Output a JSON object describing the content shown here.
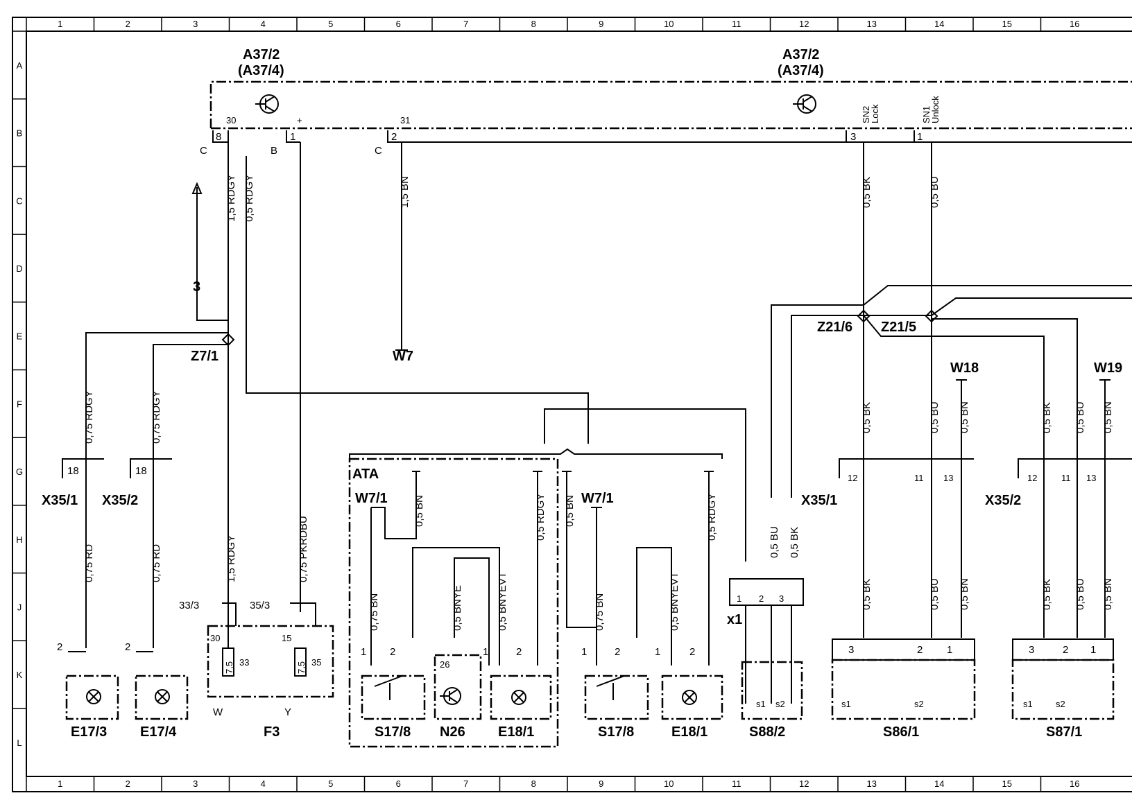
{
  "grid": {
    "columns": [
      "1",
      "2",
      "3",
      "4",
      "5",
      "6",
      "7",
      "8",
      "9",
      "10",
      "11",
      "12",
      "13",
      "14",
      "15",
      "16"
    ],
    "rows": [
      "A",
      "B",
      "C",
      "D",
      "E",
      "F",
      "G",
      "H",
      "J",
      "K",
      "L"
    ]
  },
  "components": {
    "a37_left": "A37/2",
    "a37_left_alt": "(A37/4)",
    "a37_right": "A37/2",
    "a37_right_alt": "(A37/4)",
    "z7_1": "Z7/1",
    "w7": "W7",
    "arrow_ref": "3",
    "z21_6": "Z21/6",
    "z21_5": "Z21/5",
    "w18": "W18",
    "w19": "W19",
    "x35_1_left": "X35/1",
    "x35_2_left": "X35/2",
    "x35_1_right": "X35/1",
    "x35_2_right": "X35/2",
    "ata": "ATA",
    "w7_1_a": "W7/1",
    "w7_1_b": "W7/1",
    "x1": "x1",
    "e17_3": "E17/3",
    "e17_4": "E17/4",
    "f3": "F3",
    "s17_8_a": "S17/8",
    "n26": "N26",
    "e18_1_a": "E18/1",
    "s17_8_b": "S17/8",
    "e18_1_b": "E18/1",
    "s88_2": "S88/2",
    "s86_1": "S86/1",
    "s87_1": "S87/1"
  },
  "wires": {
    "w1": "1,5 RDGY",
    "w2": "0,5 RDGY",
    "w3": "1,5 BN",
    "w4": "0,5 BK",
    "w5": "0,5 BU",
    "w6": "0,75 RDGY",
    "w7": "0,75 RDGY",
    "w8": "0,75 RD",
    "w9": "0,75 RD",
    "w10": "1,5 RDGY",
    "w11": "0,75 PKRDBU",
    "w12": "0,5 BN",
    "w13": "0,5 RDGY",
    "w14": "0,75 BN",
    "w15": "0,5 BNYE",
    "w16": "0,5 BNYEVT",
    "w17": "0,5 BN",
    "w18": "0,75 BN",
    "w19": "0,5 BNYEVT",
    "w20": "0,5 RDGY",
    "w21": "0,5 BU",
    "w22": "0,5 BK",
    "w23": "0,5 BK",
    "w24": "0,5 BU",
    "w25": "0,5 BN",
    "w26": "0,5 BK",
    "w27": "0,5 BU",
    "w28": "0,5 BN",
    "w29": "0,5 BK",
    "w30": "0,5 BU",
    "w31": "0,5 BN",
    "w32": "0,5 BK",
    "w33": "0,5 BU",
    "w34": "0,5 BN"
  },
  "pins": {
    "p8": "8",
    "p30": "30",
    "pC1": "C",
    "p1": "1",
    "pplus": "+",
    "pB": "B",
    "p2": "2",
    "p31": "31",
    "pC2": "C",
    "p3r": "3",
    "sn2": "SN2",
    "lock": "Lock",
    "p1r": "1",
    "sn1": "SN1",
    "unlock": "Unlock",
    "x18a": "18",
    "x18b": "18",
    "e2a": "2",
    "e2b": "2",
    "f33_3": "33/3",
    "f35_3": "35/3",
    "f30": "30",
    "f15": "15",
    "f7_5a": "7,5",
    "f33": "33",
    "f7_5b": "7,5",
    "f35": "35",
    "fW": "W",
    "fY": "Y",
    "s1a": "1",
    "s2a": "2",
    "n26p": "26",
    "e18p1": "1",
    "e18p2": "2",
    "s1b": "1",
    "s2b": "2",
    "e18bp1": "1",
    "e18bp2": "2",
    "x1p1": "1",
    "x1p2": "2",
    "x1p3": "3",
    "s88s1": "s1",
    "s88s2": "s2",
    "xr12": "12",
    "xr11": "11",
    "xr13": "13",
    "xs12": "12",
    "xs11": "11",
    "xs13": "13",
    "s86p3": "3",
    "s86p2": "2",
    "s86p1": "1",
    "s86s1": "s1",
    "s86s2": "s2",
    "s87p3": "3",
    "s87p2": "2",
    "s87p1": "1",
    "s87s1": "s1",
    "s87s2": "s2"
  }
}
